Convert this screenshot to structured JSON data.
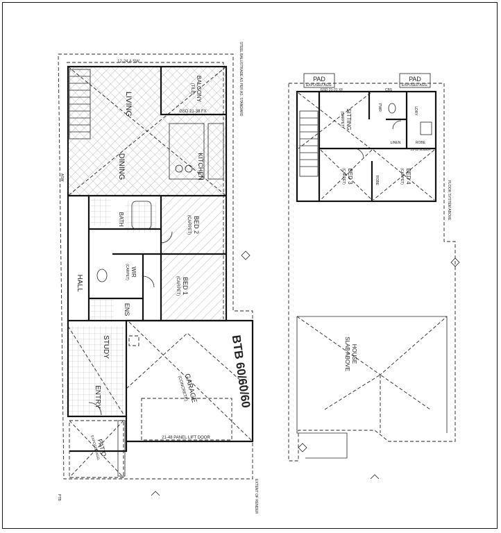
{
  "ground": {
    "rooms": {
      "living": "LIVING",
      "dining": "DINING",
      "kitchen": "KITCHEN",
      "balcony": "BALCONY",
      "balcony_sub": "(TILE)",
      "bath": "BATH",
      "bed2": "BED 2",
      "bed2_sub": "(CARPET)",
      "bed1": "BED 1",
      "bed1_sub": "(CARPET)",
      "wir": "WIR",
      "wir_sub": "(CARPET)",
      "ens": "ENS",
      "hall": "HALL",
      "study": "STUDY",
      "entry": "ENTRY",
      "garage": "GARAGE",
      "garage_sub": "(CONCRETE)",
      "patio": "PATIO",
      "patio_sub": "EXPOSED AGG."
    },
    "notes": {
      "top_dim": "12-24 A SW",
      "balcony_dim": "GSD 21-38 FX",
      "panel_door": "21-48 PANEL LIFT DOOR",
      "btb": "BTB 60/60/60",
      "extent": "EXTENT OF RENDER",
      "stair_note": "STEEL BALUSTRADE AS PER AS. STANDARD",
      "ptb": "PTB",
      "asw": "ASW"
    }
  },
  "upper": {
    "rooms": {
      "pad_left": "PAD",
      "pad_left_sub": "EXPOSED AGG.",
      "pad_right": "PAD",
      "pad_right_sub": "EXPOSED AGG.",
      "sitting": "SITTING",
      "sitting_sub": "(CARPET)",
      "bed3": "BED 3",
      "bed3_sub": "(CARPET)",
      "bed4": "BED 4",
      "bed4_sub": "(CARPET)",
      "robe": "ROBE",
      "robe2": "ROBE",
      "linen": "LINEN",
      "pwr": "PWR",
      "ldry": "LDRY",
      "house_slab": "HOUSE",
      "house_slab2": "SLAB ABOVE"
    },
    "notes": {
      "top_dim": "GSD 21-21 XF",
      "floor_system": "FLOOR SYSTEM ABOVE",
      "cbs": "CBS",
      "gsd_bot": "21-12 SLIDER"
    }
  }
}
